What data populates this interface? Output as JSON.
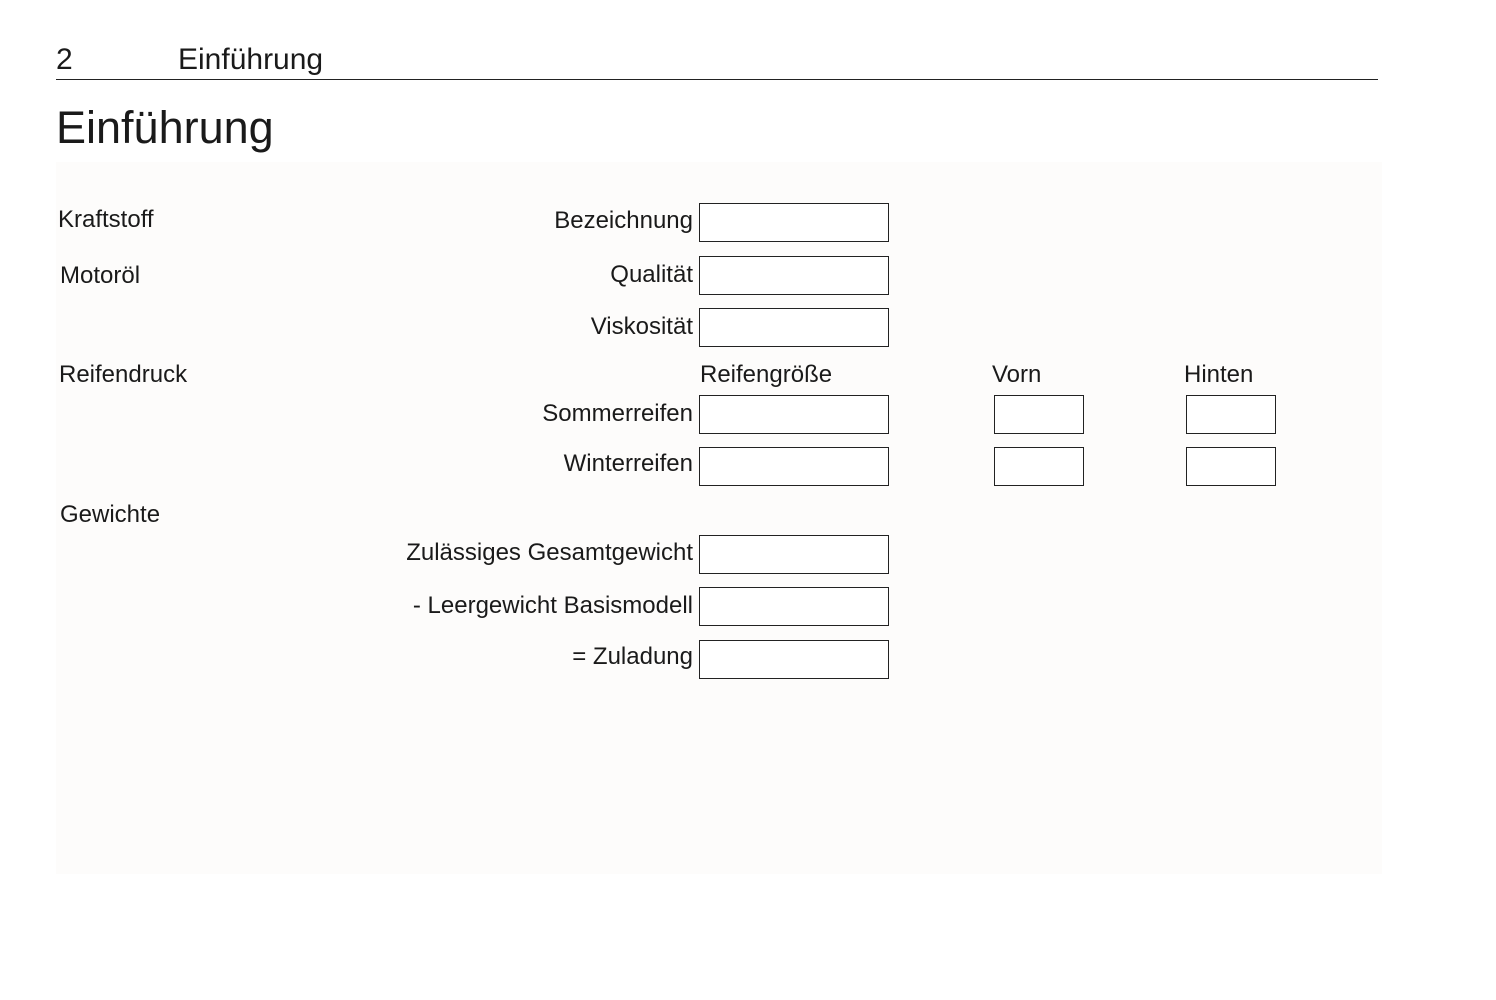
{
  "header": {
    "page_number": "2",
    "title": "Einführung"
  },
  "page_title": "Einführung",
  "form": {
    "kraftstoff": {
      "label": "Kraftstoff",
      "bezeichnung_label": "Bezeichnung"
    },
    "motoroel": {
      "label": "Motoröl",
      "qualitaet_label": "Qualität",
      "viskositaet_label": "Viskosität"
    },
    "reifendruck": {
      "label": "Reifendruck",
      "columns": {
        "size": "Reifengröße",
        "front": "Vorn",
        "rear": "Hinten"
      },
      "rows": {
        "summer": "Sommerreifen",
        "winter": "Winterreifen"
      }
    },
    "gewichte": {
      "label": "Gewichte",
      "gross_weight": "Zulässiges Gesamtgewicht",
      "curb_weight": "- Leergewicht Basismodell",
      "payload": "= Zuladung"
    }
  }
}
